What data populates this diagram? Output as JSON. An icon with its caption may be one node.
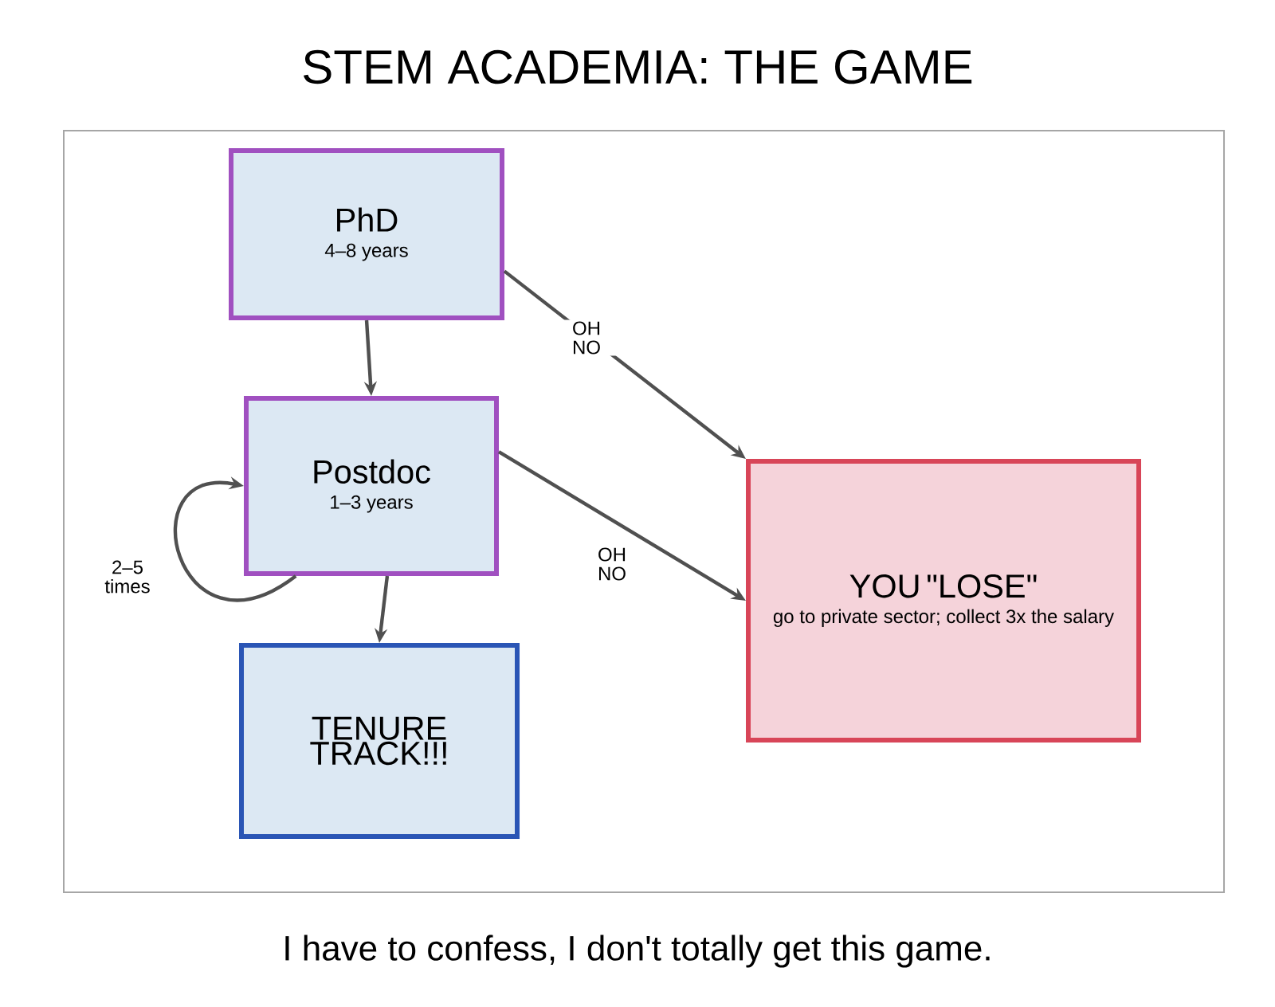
{
  "diagram": {
    "title": "STEM ACADEMIA: THE GAME",
    "caption": "I have to confess, I don't totally get this game.",
    "nodes": [
      {
        "text": [
          "PhD",
          "4–8 years"
        ]
      },
      {
        "text": [
          "Postdoc",
          "1–3 years"
        ]
      },
      {
        "text": [
          "TENURE TRACK!!!"
        ]
      },
      {
        "text": [
          "YOU \"LOSE\"",
          "go to private sector; collect 3x the salary"
        ]
      }
    ],
    "edges": [
      {
        "from": 0,
        "to": 1,
        "arrow": "to"
      },
      {
        "from": 1,
        "to": 1,
        "arrow": "to",
        "label": "2–5 times"
      },
      {
        "from": 1,
        "to": 2,
        "arrow": "to"
      },
      {
        "from": 0,
        "to": 3,
        "arrow": "to",
        "label": "OH NO"
      },
      {
        "from": 1,
        "to": 3,
        "arrow": "to",
        "label": "OH NO"
      }
    ]
  }
}
